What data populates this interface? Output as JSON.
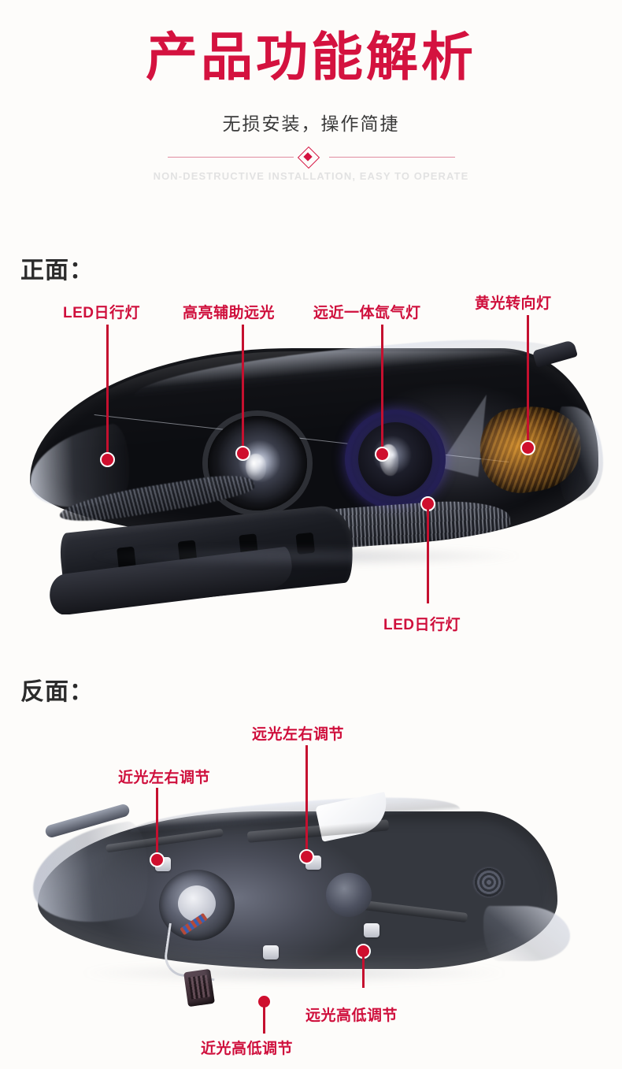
{
  "header": {
    "title": "产品功能解析",
    "subtitle": "无损安装，操作简捷",
    "english": "NON-DESTRUCTIVE INSTALLATION, EASY TO OPERATE",
    "accent_color": "#d4123f",
    "subtitle_color": "#3a3a3a",
    "english_color": "#e2e2e2"
  },
  "sections": [
    {
      "heading": "正面："
    },
    {
      "heading": "反面："
    }
  ],
  "front_annotations": [
    {
      "label": "LED日行灯"
    },
    {
      "label": "高亮辅助远光"
    },
    {
      "label": "远近一体氙气灯"
    },
    {
      "label": "黄光转向灯"
    },
    {
      "label": "LED日行灯"
    }
  ],
  "back_annotations": [
    {
      "label": "近光左右调节"
    },
    {
      "label": "远光左右调节"
    },
    {
      "label": "近光高低调节"
    },
    {
      "label": "远光高低调节"
    }
  ],
  "colors": {
    "background": "#fdfcfa",
    "marker_red": "#cf0f2e",
    "leader_red": "#c5102f",
    "heading_dark": "#2b2b2b",
    "divider_pink": "#e08ca0"
  }
}
